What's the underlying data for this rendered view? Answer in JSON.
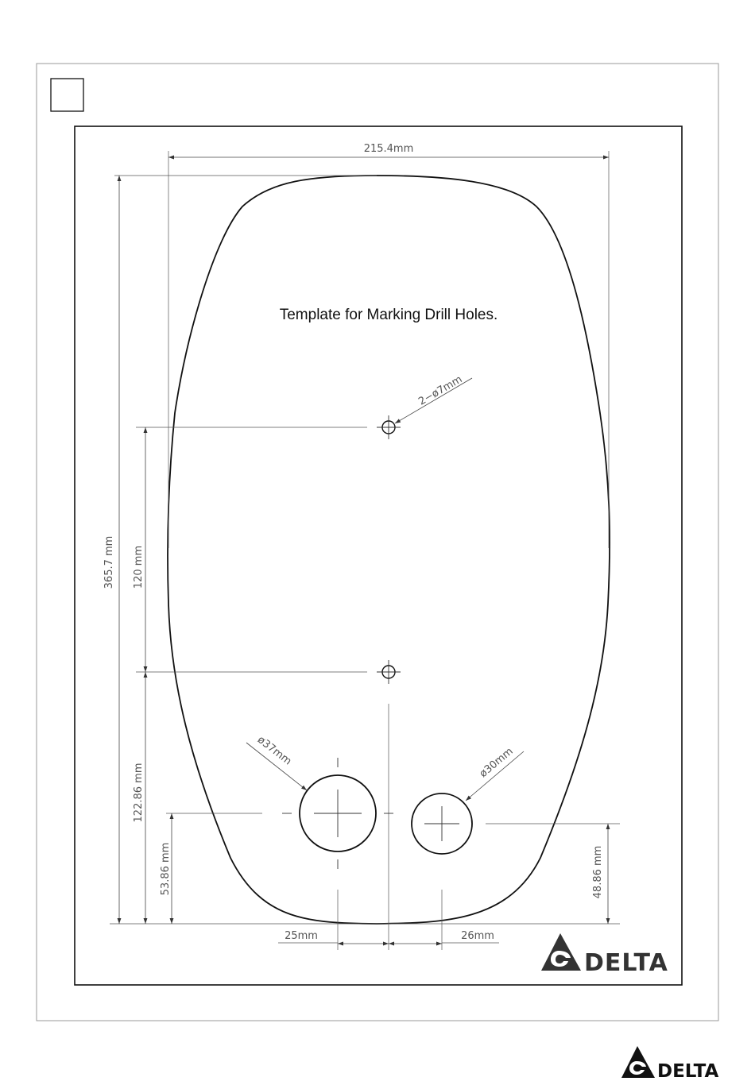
{
  "page": {
    "title": "Template for Marking Drill Holes."
  },
  "dimensions": {
    "width": "215.4mm",
    "height": "365.7 mm",
    "hole_spacing": "120 mm",
    "lower_hole_height": "122.86 mm",
    "left_pipe_height": "53.86 mm",
    "right_pipe_height": "48.86 mm",
    "left_offset": "25mm",
    "right_offset": "26mm",
    "small_holes": "2−ø7mm",
    "left_pipe_diameter": "ø37mm",
    "right_pipe_diameter": "ø30mm"
  },
  "logo": {
    "brand": "DELTA",
    "color": "#333333"
  }
}
